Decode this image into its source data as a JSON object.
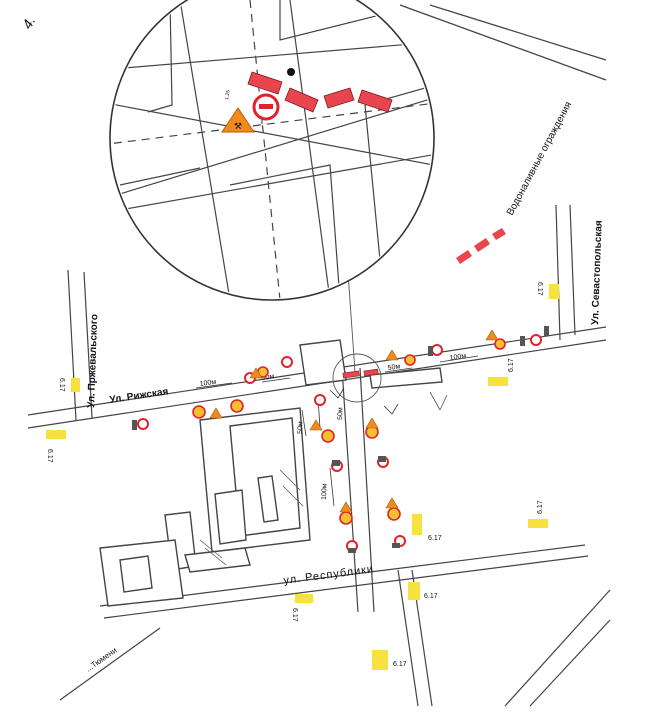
{
  "page_number": "4.",
  "legend": {
    "label": "Водоналивные ограждения",
    "color": "#e8454f"
  },
  "streets": {
    "rizhskaya": "Ул. Рижская",
    "przhevalskogo": "Ул. Пржевальского",
    "sevastopolskaya": "Ул. Севастопольская",
    "respubliki": "ул. Республики",
    "tyumeni": "...Тюмени"
  },
  "distances": {
    "d100_left": "100м",
    "d50_left": "50м",
    "d50_mid": "50м",
    "d100_right": "100м",
    "d50_vertical": "50м",
    "d100_vertical": "100м",
    "d50_side": "50м"
  },
  "sign_code": "6.17",
  "sign_codes": [
    "6.17",
    "6.17",
    "6.17",
    "6.17",
    "6.17",
    "6.17",
    "6.17",
    "6.17",
    "6.17"
  ],
  "colors": {
    "barrier": "#e8454f",
    "sign_yellow": "#f7e23d",
    "warning_orange": "#f08a1c",
    "prohibit_red": "#e4202a",
    "line": "#333333"
  }
}
